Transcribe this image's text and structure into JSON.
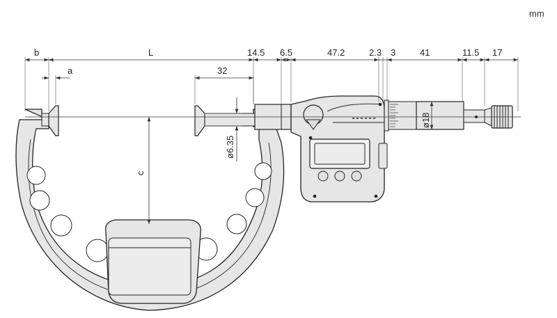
{
  "unit": "mm",
  "dimensions": {
    "b": "b",
    "L": "L",
    "a": "a",
    "d32": "32",
    "d14_5": "14.5",
    "d6_5": "6.5",
    "d47_2": "47.2",
    "d2_3": "2.3",
    "d3": "3",
    "d41": "41",
    "d11_5": "11.5",
    "d17": "17",
    "c": "c",
    "phi6_35": "ø6.35",
    "phi18": "ø18"
  },
  "colors": {
    "body": "#e6e6e6",
    "line": "#222222"
  },
  "icons": [
    "button-icon",
    "display-icon"
  ]
}
